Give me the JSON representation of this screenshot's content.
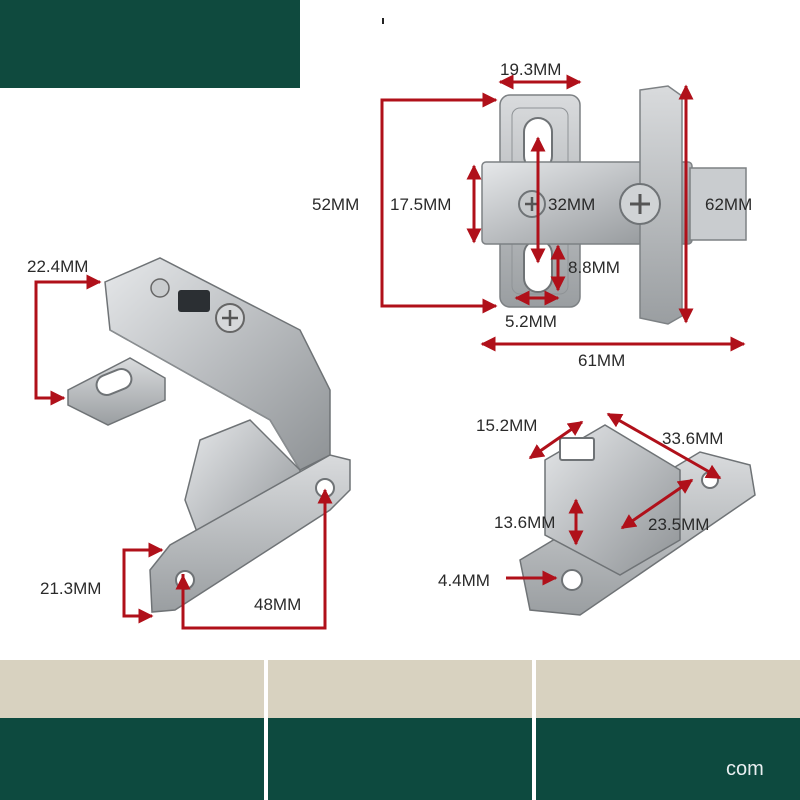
{
  "colors": {
    "banner_teal": "#0f4a3e",
    "bottom_beige": "#d8d2c0",
    "bottom_teal": "#0d4a3f",
    "dimension_red": "#b0101a",
    "metal": "#bfc2c4"
  },
  "dimensions": {
    "top_width": "19.3MM",
    "height_total": "52MM",
    "inner_height": "17.5MM",
    "bore_spacing": "32MM",
    "plate_height": "62MM",
    "slot_length": "8.8MM",
    "slot_width": "5.2MM",
    "total_width": "61MM",
    "arm_offset": "22.4MM",
    "base_offset": "21.3MM",
    "base_length": "48MM",
    "clip_width": "15.2MM",
    "clip_length": "33.6MM",
    "clip_height": "13.6MM",
    "clip_inner": "23.5MM",
    "hole_diameter": "4.4MM"
  },
  "footer": {
    "watermark": "com"
  }
}
